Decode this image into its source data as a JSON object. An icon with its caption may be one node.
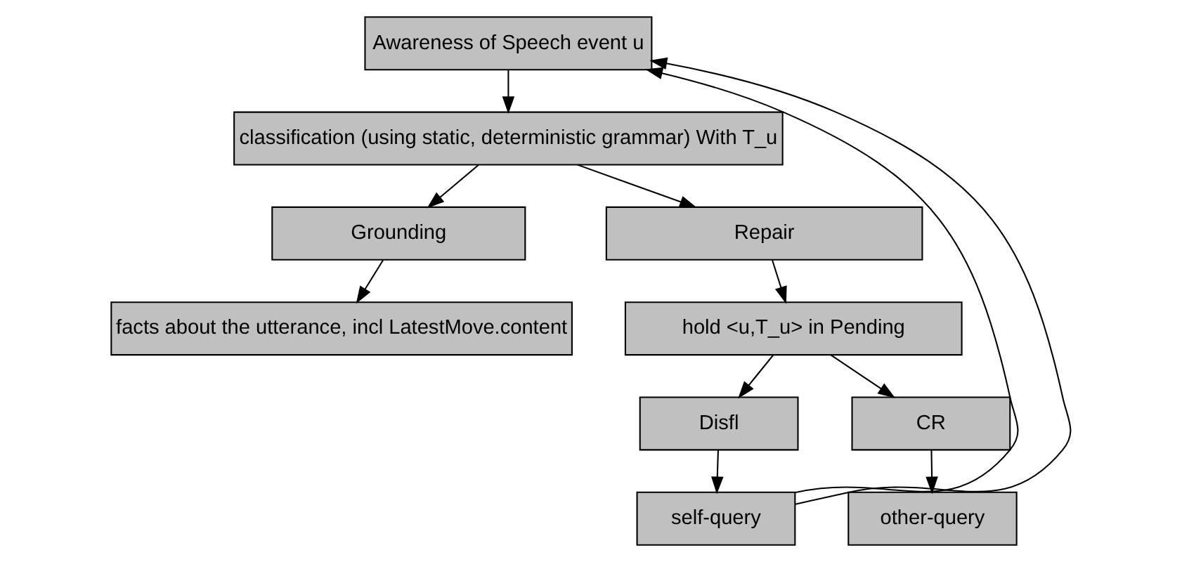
{
  "diagram": {
    "nodes": [
      {
        "text": [
          "Awareness of Speech event u"
        ]
      },
      {
        "text": [
          "classification (using static, deterministic grammar) With T_u"
        ]
      },
      {
        "text": [
          "Grounding"
        ]
      },
      {
        "text": [
          "Repair"
        ]
      },
      {
        "text": [
          "facts about the utterance, incl LatestMove.content"
        ]
      },
      {
        "text": [
          "hold <u,T_u> in Pending"
        ]
      },
      {
        "text": [
          "Disfl"
        ]
      },
      {
        "text": [
          "CR"
        ]
      },
      {
        "text": [
          "self-query"
        ]
      },
      {
        "text": [
          "other-query"
        ]
      }
    ],
    "edges": [
      {
        "from": 0,
        "to": 1,
        "arrow": "to"
      },
      {
        "from": 1,
        "to": 2,
        "arrow": "to"
      },
      {
        "from": 1,
        "to": 3,
        "arrow": "to"
      },
      {
        "from": 2,
        "to": 4,
        "arrow": "to"
      },
      {
        "from": 3,
        "to": 5,
        "arrow": "to"
      },
      {
        "from": 5,
        "to": 6,
        "arrow": "to"
      },
      {
        "from": 5,
        "to": 7,
        "arrow": "to"
      },
      {
        "from": 6,
        "to": 8,
        "arrow": "to"
      },
      {
        "from": 7,
        "to": 9,
        "arrow": "to"
      },
      {
        "from": 8,
        "to": 0,
        "arrow": "to"
      },
      {
        "from": 8,
        "to": 0,
        "arrow": "to"
      }
    ]
  }
}
